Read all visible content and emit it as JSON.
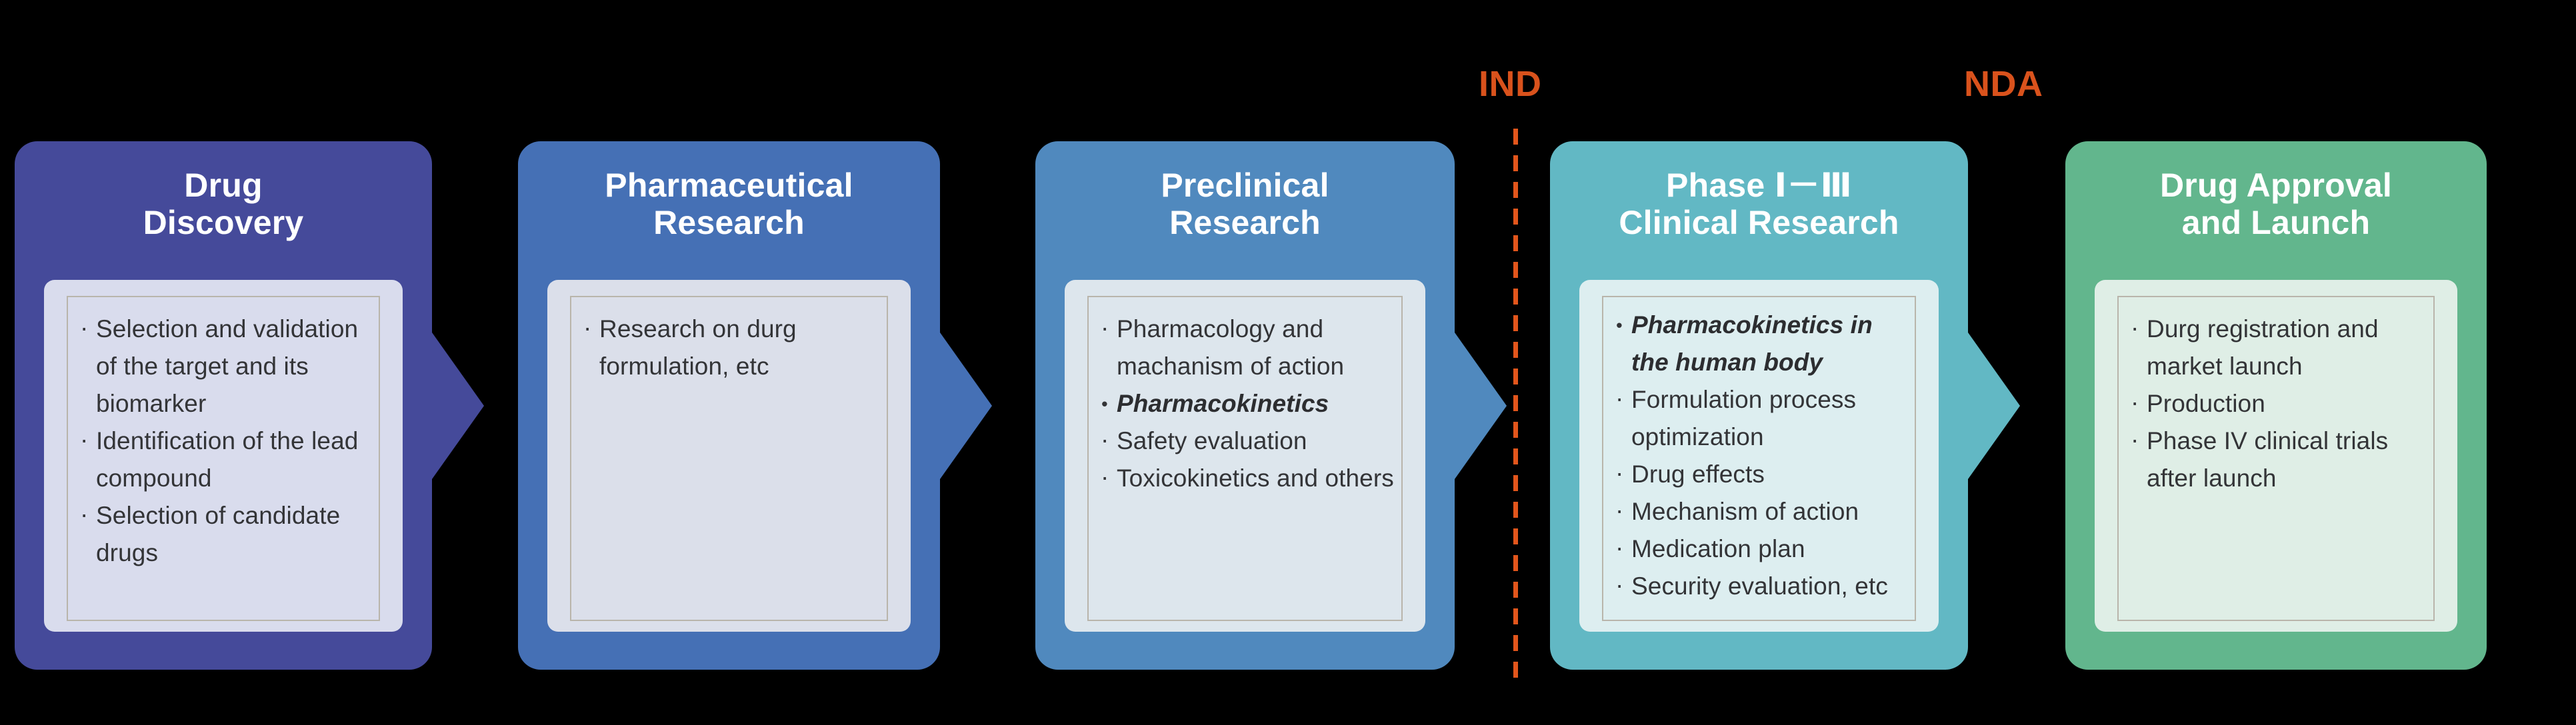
{
  "diagram": {
    "title": "Drug development pipeline",
    "background_color": "#000000",
    "stages": [
      {
        "id": "drug-discovery",
        "title": "Drug\nDiscovery",
        "color": "#454a9a",
        "panel_color": "#d9dced",
        "has_arrow": true,
        "bullets": [
          {
            "text": "Selection and validation of the target and its biomarker",
            "emphasis": false
          },
          {
            "text": "Identification of the lead compound",
            "emphasis": false
          },
          {
            "text": "Selection of candidate drugs",
            "emphasis": false
          }
        ]
      },
      {
        "id": "pharmaceutical-research",
        "title": "Pharmaceutical\nResearch",
        "color": "#4570b5",
        "panel_color": "#dbdfea",
        "has_arrow": true,
        "bullets": [
          {
            "text": "Research on durg formulation, etc",
            "emphasis": false
          }
        ]
      },
      {
        "id": "preclinical-research",
        "title": "Preclinical\nResearch",
        "color": "#5089be",
        "panel_color": "#dde6ed",
        "has_arrow": true,
        "bullets": [
          {
            "text": "Pharmacology and machanism of action",
            "emphasis": false
          },
          {
            "text": "Pharmacokinetics",
            "emphasis": true
          },
          {
            "text": "Safety evaluation",
            "emphasis": false
          },
          {
            "text": "Toxicokinetics and others",
            "emphasis": false
          }
        ]
      },
      {
        "id": "clinical-research",
        "title": "Phase Ⅰ－Ⅲ\nClinical Research",
        "color": "#62b8c4",
        "panel_color": "#ddeef0",
        "has_arrow": true,
        "bullets": [
          {
            "text": "Pharmacokinetics in the human body",
            "emphasis": true
          },
          {
            "text": "Formulation process optimization",
            "emphasis": false
          },
          {
            "text": "Drug effects",
            "emphasis": false
          },
          {
            "text": "Mechanism of action",
            "emphasis": false
          },
          {
            "text": "Medication plan",
            "emphasis": false
          },
          {
            "text": "Security evaluation, etc",
            "emphasis": false
          }
        ]
      },
      {
        "id": "drug-approval-launch",
        "title": "Drug Approval\nand Launch",
        "color": "#62b68d",
        "panel_color": "#dfeee6",
        "has_arrow": false,
        "bullets": [
          {
            "text": "Durg registration and market launch",
            "emphasis": false
          },
          {
            "text": "Production",
            "emphasis": false
          },
          {
            "text": "Phase IV clinical trials after launch",
            "emphasis": false
          }
        ]
      }
    ],
    "milestones": [
      {
        "id": "ind",
        "label": "IND",
        "color": "#d9521c",
        "has_line": true
      },
      {
        "id": "nda",
        "label": "NDA",
        "color": "#d9521c",
        "has_line": false
      }
    ]
  }
}
